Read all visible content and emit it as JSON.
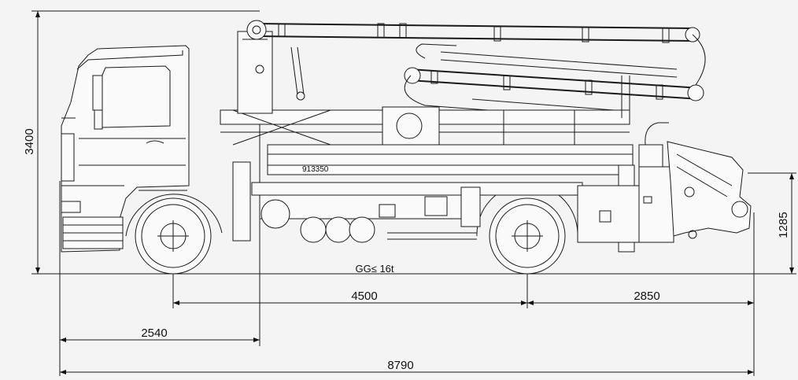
{
  "dimensions": {
    "total_height": "3400",
    "rear_height": "1285",
    "wheelbase": "4500",
    "rear_overhang": "2850",
    "front_to_boom_pivot": "2540",
    "total_length": "8790"
  },
  "labels": {
    "gross_weight": "GG≤ 16t",
    "serial_plate": "913350"
  },
  "icons": {
    "truck": "concrete-pump-truck-drawing"
  }
}
